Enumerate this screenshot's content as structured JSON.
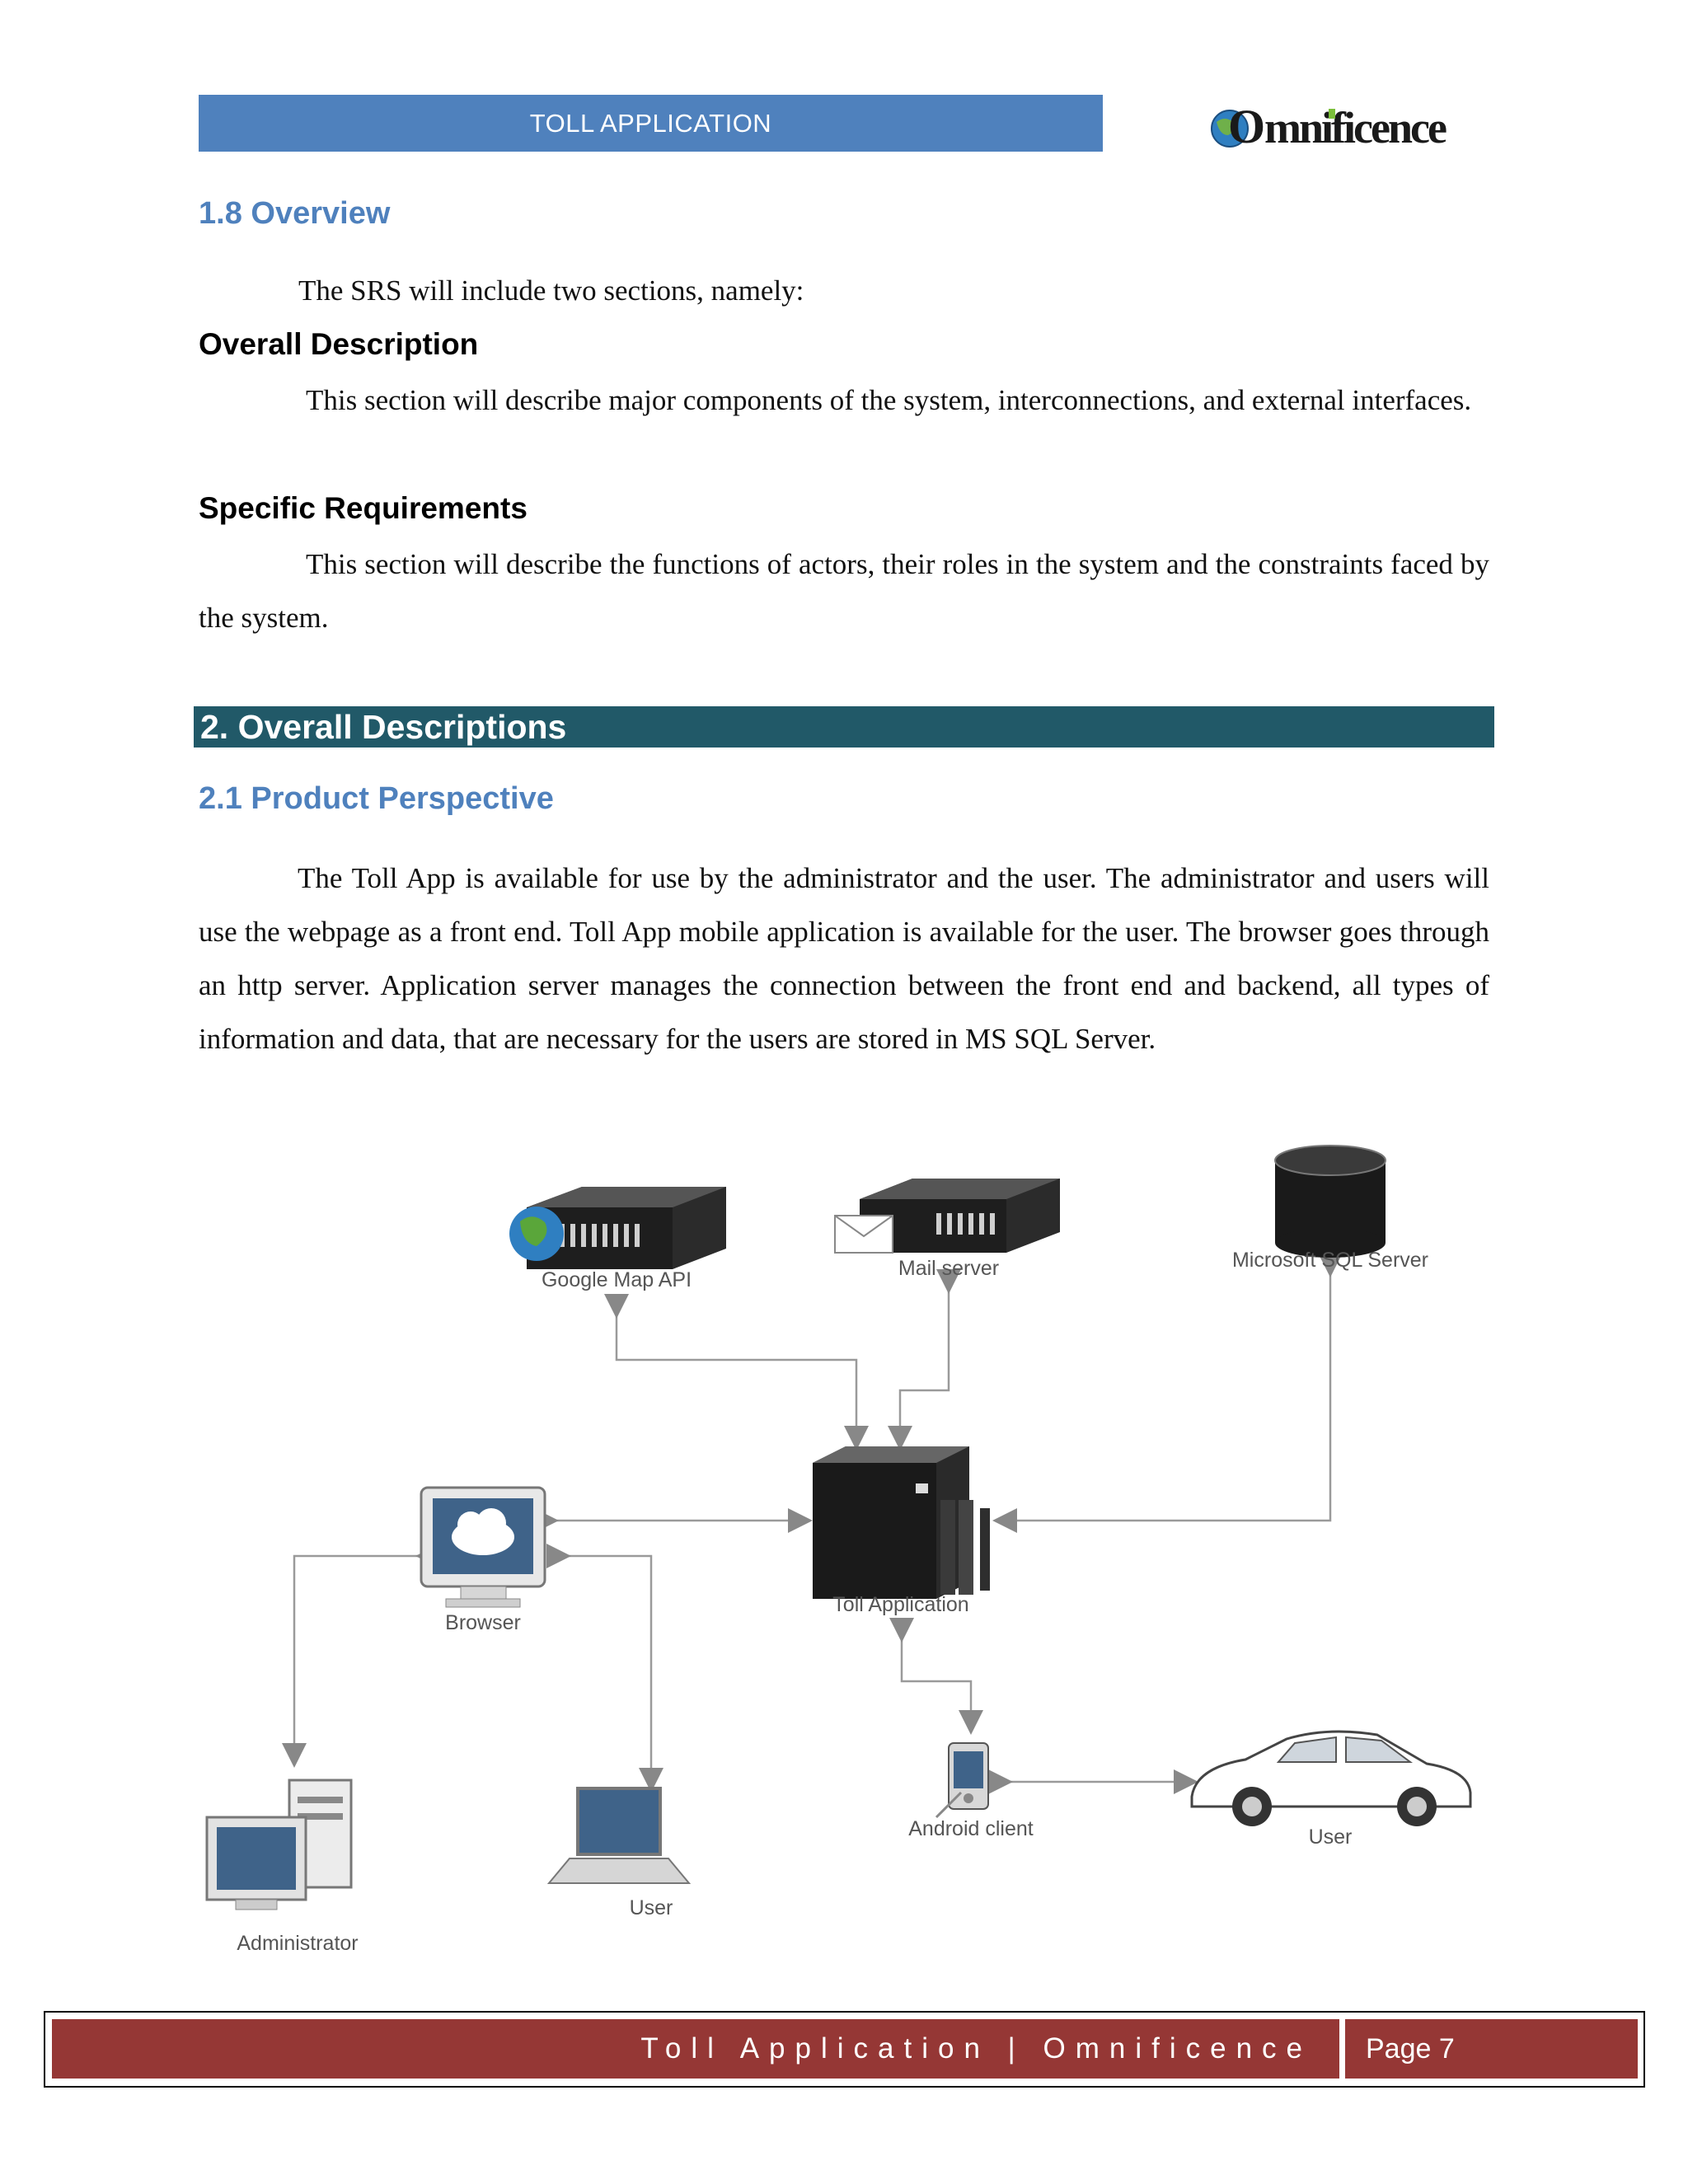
{
  "header": {
    "title": "TOLL APPLICATION",
    "logo_text_prefix": "O",
    "logo_text_rest": "mnificence"
  },
  "overview": {
    "heading": "1.8 Overview",
    "intro": "The SRS will include two sections, namely:",
    "overall_description_title": "Overall Description",
    "overall_description_text": "This section will describe major components of the system, interconnections, and external interfaces.",
    "specific_requirements_title": "Specific Requirements",
    "specific_requirements_text": "This section will describe the functions of actors, their roles in the system and the constraints faced by the system."
  },
  "section2": {
    "heading": "2. Overall Descriptions",
    "subheading": "2.1 Product Perspective",
    "paragraph": "The Toll App is available for use by the administrator and the user. The administrator and users will use the webpage as a front end. Toll App mobile application is available for the user. The browser goes through an http server. Application server manages the connection between the front end and backend, all types of information and data, that are necessary for the users are stored in MS SQL Server."
  },
  "diagram": {
    "google_map_api": "Google Map API",
    "mail_server": "Mail server",
    "sql_server": "Microsoft SQL Server",
    "toll_application": "Toll Application",
    "browser": "Browser",
    "android_client": "Android client",
    "user_laptop": "User",
    "user_car": "User",
    "administrator": "Administrator"
  },
  "footer": {
    "left": "Toll Application | Omnificence",
    "page": "Page 7"
  }
}
